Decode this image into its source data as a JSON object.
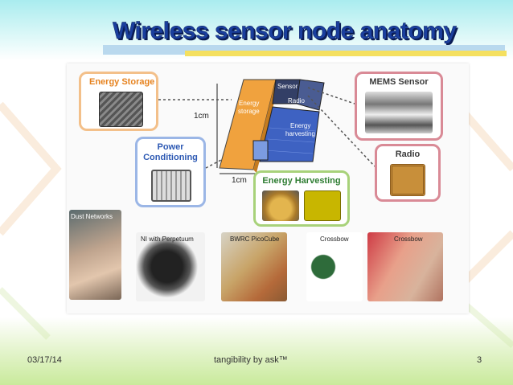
{
  "slide": {
    "title": "Wireless sensor node anatomy",
    "footer_date": "03/17/14",
    "footer_center": "tangibility by ask™",
    "footer_page": "3"
  },
  "figure": {
    "callouts": {
      "energy_storage": "Energy Storage",
      "power_conditioning_line1": "Power",
      "power_conditioning_line2": "Conditioning",
      "mems_sensor": "MEMS Sensor",
      "radio": "Radio",
      "energy_harvesting": "Energy Harvesting"
    },
    "node_blocks": {
      "energy_storage_line1": "Energy",
      "energy_storage_line2": "storage",
      "sensor": "Sensor",
      "radio": "Radio",
      "harvesting_line1": "Energy",
      "harvesting_line2": "harvesting"
    },
    "dimensions": {
      "height": "1cm",
      "width": "1cm"
    },
    "products": [
      "Dust Networks",
      "NI with Perpetuum",
      "BWRC PicoCube",
      "Crossbow",
      "Crossbow"
    ]
  }
}
